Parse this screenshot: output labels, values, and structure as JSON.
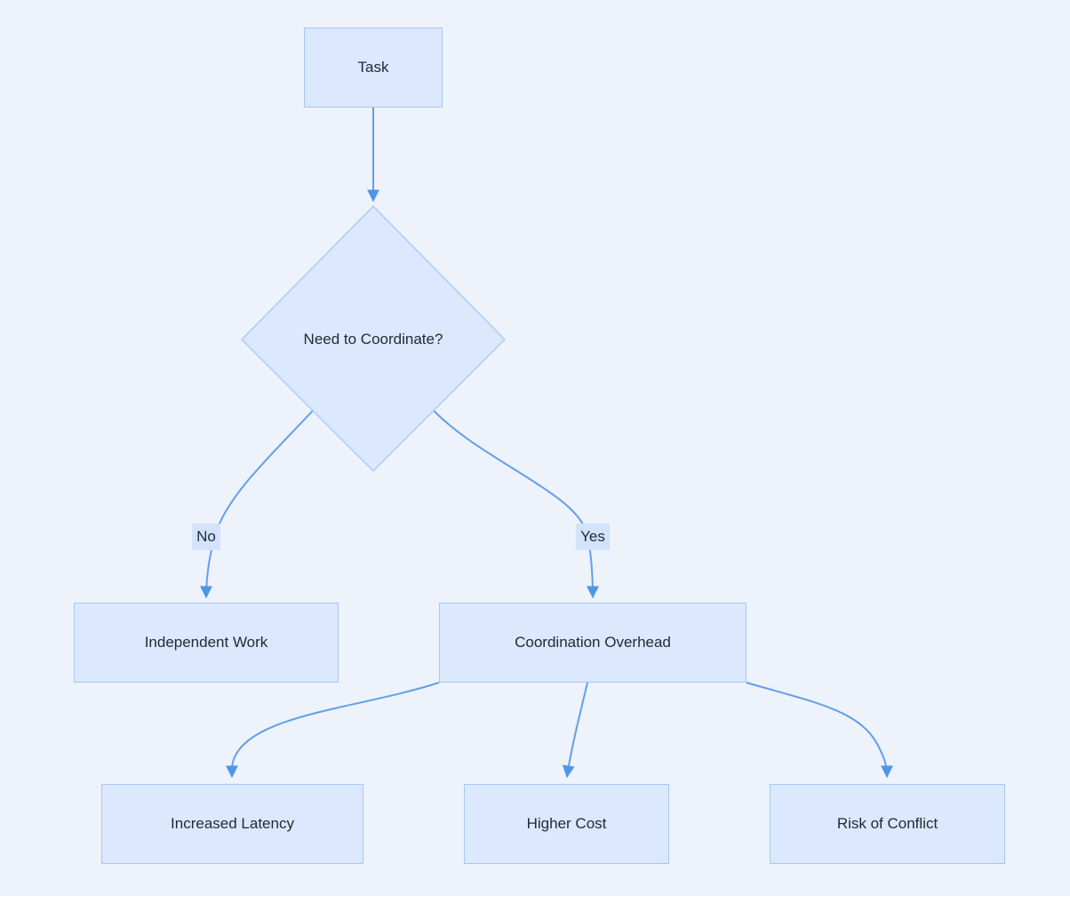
{
  "diagram": {
    "type": "flowchart",
    "direction": "top-down",
    "nodes": {
      "task": {
        "label": "Task",
        "shape": "rectangle"
      },
      "decision": {
        "label": "Need to Coordinate?",
        "shape": "diamond"
      },
      "independent": {
        "label": "Independent Work",
        "shape": "rectangle"
      },
      "coordination": {
        "label": "Coordination Overhead",
        "shape": "rectangle"
      },
      "latency": {
        "label": "Increased Latency",
        "shape": "rectangle"
      },
      "cost": {
        "label": "Higher Cost",
        "shape": "rectangle"
      },
      "conflict": {
        "label": "Risk of Conflict",
        "shape": "rectangle"
      }
    },
    "edges": [
      {
        "from": "task",
        "to": "decision",
        "label": ""
      },
      {
        "from": "decision",
        "to": "independent",
        "label": "No"
      },
      {
        "from": "decision",
        "to": "coordination",
        "label": "Yes"
      },
      {
        "from": "coordination",
        "to": "latency",
        "label": ""
      },
      {
        "from": "coordination",
        "to": "cost",
        "label": ""
      },
      {
        "from": "coordination",
        "to": "conflict",
        "label": ""
      }
    ],
    "colors": {
      "background": "#edf2fb",
      "page_bg": "#ffffff",
      "node_fill": "#dbe8fd",
      "node_border": "#a6c8f2",
      "edge_stroke": "#62a0e8",
      "edge_arrow": "#4f96e8",
      "text": "#1f2937",
      "edge_label_bg": "#d2e3fb"
    }
  }
}
